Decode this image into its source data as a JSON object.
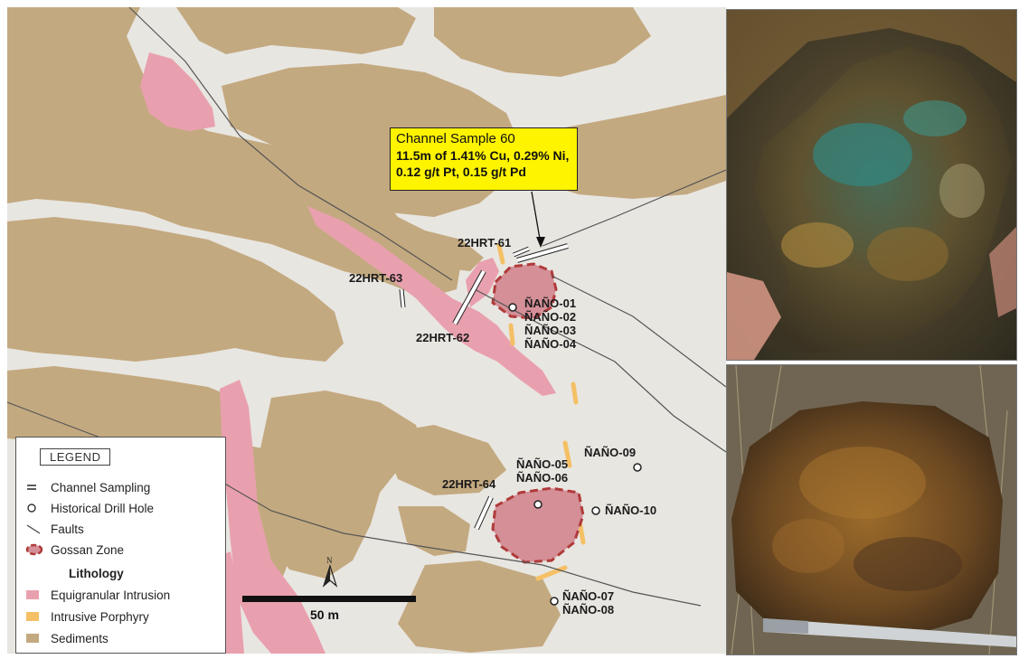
{
  "callout": {
    "title": "Channel Sample 60",
    "line1": "11.5m of 1.41% Cu, 0.29% Ni,",
    "line2": "0.12 g/t Pt,  0.15 g/t Pd"
  },
  "channel_labels": [
    "22HRT-61",
    "22HRT-62",
    "22HRT-63",
    "22HRT-64"
  ],
  "drill_labels": [
    "ÑAÑO-01",
    "ÑAÑO-02",
    "ÑAÑO-03",
    "ÑAÑO-04",
    "ÑAÑO-05",
    "ÑAÑO-06",
    "ÑAÑO-09",
    "ÑAÑO-10",
    "ÑAÑO-07",
    "ÑAÑO-08"
  ],
  "north_label": "N",
  "scale_label": "50 m",
  "legend": {
    "title": "LEGEND",
    "items": [
      "Channel Sampling",
      "Historical Drill Hole",
      "Faults",
      "Gossan Zone"
    ],
    "lithology_heading": "Lithology",
    "lithology": [
      "Equigranular Intrusion",
      "Intrusive Porphyry",
      "Sediments"
    ]
  },
  "colors": {
    "background": "#e8e6e1",
    "sediments": "#c3a980",
    "equigranular_intrusion": "#e9a0ae",
    "intrusive_porphyry": "#f5c065",
    "gossan_fill": "#d48f97",
    "gossan_border": "#b03a3a",
    "callout_bg": "#fff400"
  },
  "icons": {
    "north": "north-arrow-icon",
    "drill": "drill-hole-icon",
    "fault": "fault-line-icon",
    "gossan": "gossan-zone-icon",
    "channel": "channel-sampling-icon"
  }
}
